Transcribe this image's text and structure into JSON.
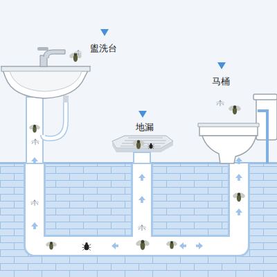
{
  "diagram": {
    "labels": [
      "盥洗台",
      "地漏",
      "马桶"
    ]
  }
}
